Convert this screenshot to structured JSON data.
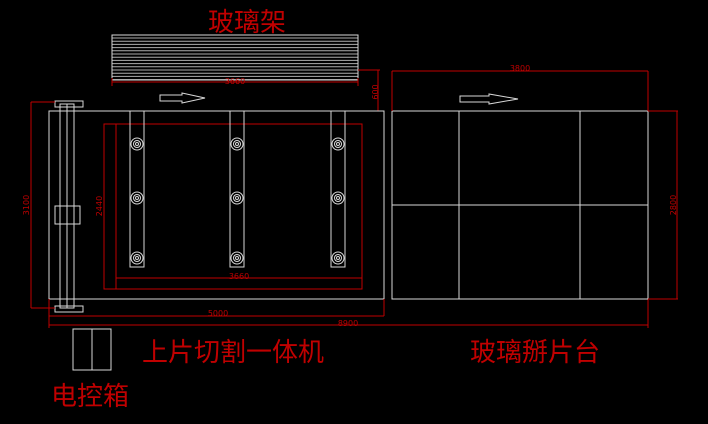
{
  "labels": {
    "glass_rack": "玻璃架",
    "loading_cutting_machine": "上片切割一体机",
    "breaking_table": "玻璃掰片台",
    "control_box": "电控箱"
  },
  "dimensions": {
    "rack_length": "3660",
    "rack_gap": "600",
    "machine_width": "3100",
    "glass_height": "2440",
    "glass_length": "3660",
    "machine_length": "5000",
    "total_length": "8900",
    "table_length": "3800",
    "table_width": "2800"
  },
  "colors": {
    "line": "#d8d8d8",
    "dimension": "#c00000",
    "background": "#000000"
  }
}
